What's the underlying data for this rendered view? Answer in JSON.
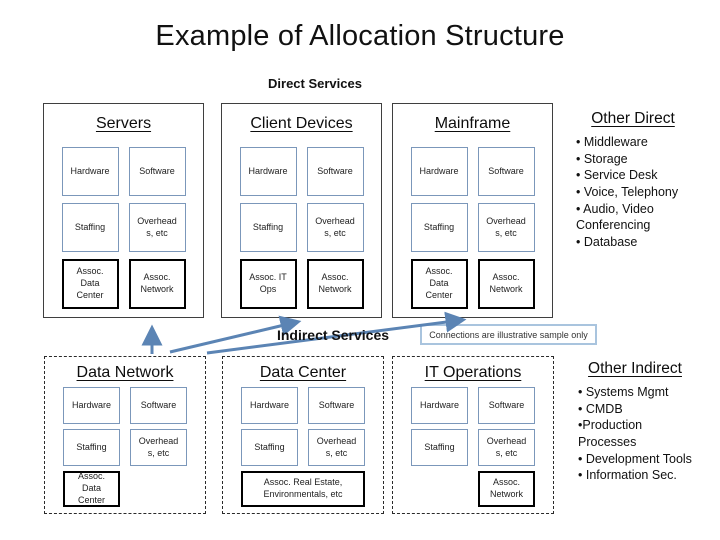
{
  "title": "Example of Allocation Structure",
  "sections": {
    "direct_label": "Direct Services",
    "indirect_label": "Indirect Services"
  },
  "note": {
    "text": "Connections are illustrative sample only"
  },
  "direct_boxes": [
    {
      "title": "Servers",
      "cells": [
        "Hardware",
        "Software",
        "Staffing",
        "Overheads, etc"
      ],
      "assoc": [
        "Assoc. Data Center",
        "Assoc. Network"
      ]
    },
    {
      "title": "Client Devices",
      "cells": [
        "Hardware",
        "Software",
        "Staffing",
        "Overheads, etc"
      ],
      "assoc": [
        "Assoc. IT Ops",
        "Assoc. Network"
      ]
    },
    {
      "title": "Mainframe",
      "cells": [
        "Hardware",
        "Software",
        "Staffing",
        "Overheads, etc"
      ],
      "assoc": [
        "Assoc. Data Center",
        "Assoc. Network"
      ]
    }
  ],
  "indirect_boxes": [
    {
      "title": "Data Network",
      "cells": [
        "Hardware",
        "Software",
        "Staffing",
        "Overheads, etc"
      ],
      "assoc": [
        "Assoc. Data Center"
      ]
    },
    {
      "title": "Data Center",
      "cells": [
        "Hardware",
        "Software",
        "Staffing",
        "Overheads, etc"
      ],
      "assoc": [
        "Assoc. Real Estate, Environmentals, etc"
      ]
    },
    {
      "title": "IT Operations",
      "cells": [
        "Hardware",
        "Software",
        "Staffing",
        "Overheads, etc"
      ],
      "assoc": [
        "Assoc. Network"
      ]
    }
  ],
  "other_direct": {
    "title": "Other Direct",
    "items": [
      "• Middleware",
      "• Storage",
      "• Service Desk",
      "• Voice, Telephony",
      "• Audio, Video Conferencing",
      "• Database"
    ]
  },
  "other_indirect": {
    "title": "Other Indirect",
    "items": [
      "• Systems Mgmt",
      "• CMDB",
      "•Production Processes",
      "• Development Tools",
      "• Information Sec."
    ]
  },
  "colors": {
    "cell_border_blue": "#7b97ba",
    "arrow_blue": "#5b84b4",
    "note_border_blue": "#a9c4de",
    "box_border_dark": "#3f3f3f"
  }
}
